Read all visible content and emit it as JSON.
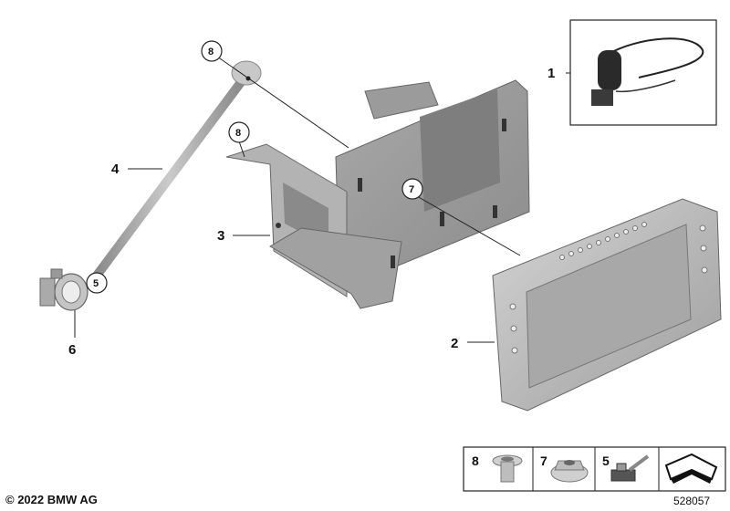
{
  "callouts": {
    "c1": "1",
    "c2": "2",
    "c3": "3",
    "c4": "4",
    "c5": "5",
    "c6": "6",
    "c7": "7",
    "c8a": "8",
    "c8b": "8"
  },
  "legend": {
    "items": [
      {
        "num": "8"
      },
      {
        "num": "7"
      },
      {
        "num": "5"
      }
    ]
  },
  "footer": {
    "copyright": "© 2022 BMW AG",
    "reference": "528057"
  },
  "colors": {
    "metal_light": "#bdbdbd",
    "metal_mid": "#9a9a9a",
    "metal_dark": "#6e6e6e",
    "line": "#222222"
  }
}
